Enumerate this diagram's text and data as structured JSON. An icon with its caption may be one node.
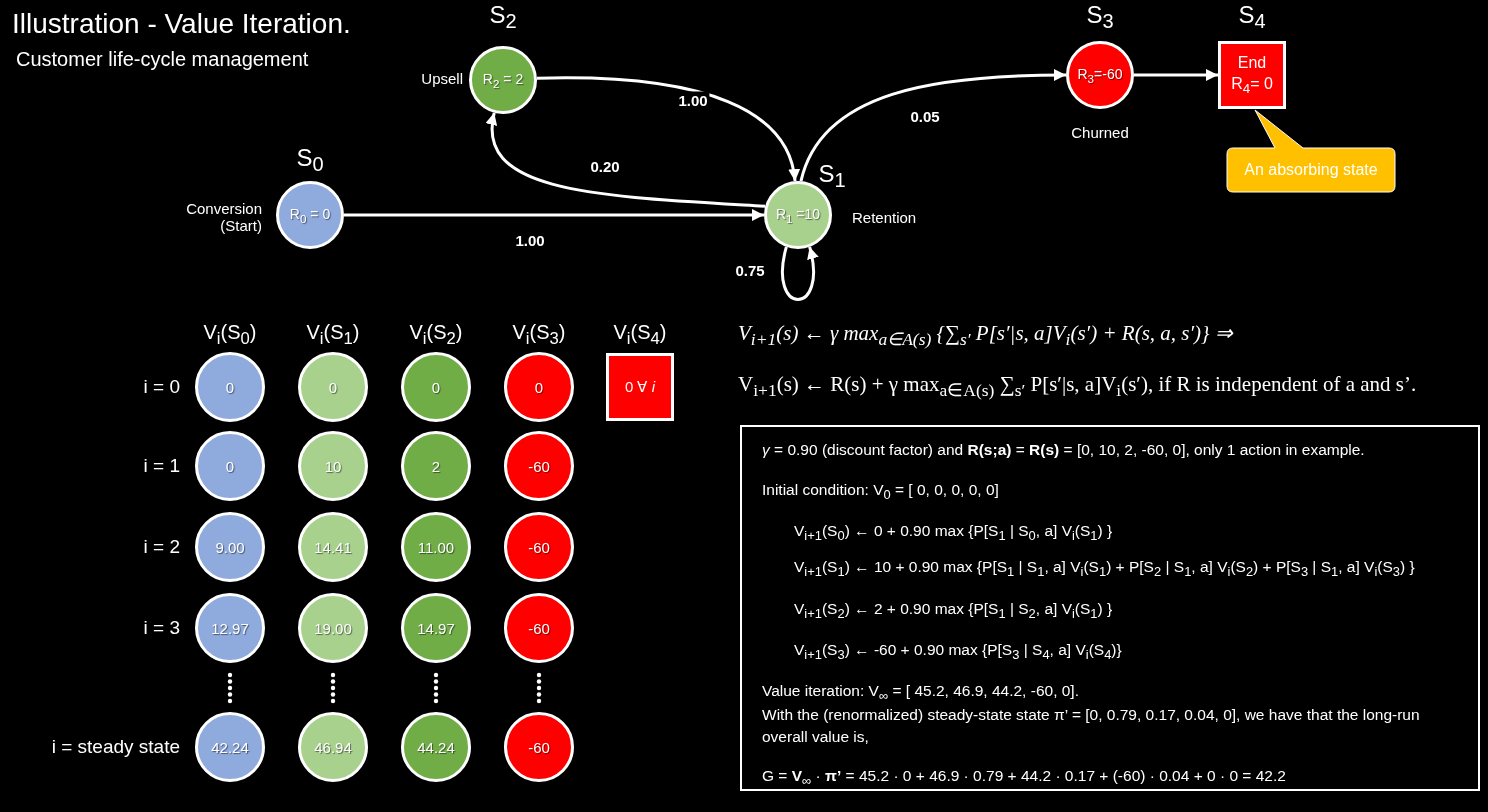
{
  "diagram": {
    "title": "Illustration - Value Iteration.",
    "nodes": [
      {
        "text": [
          "S$_{0}$",
          "R$_{0}$ = 0"
        ],
        "beside": [
          "Conversion (Start)"
        ]
      },
      {
        "text": [
          "S$_{2}$",
          "R$_{2}$ = 2"
        ],
        "beside": [
          "Upsell"
        ]
      },
      {
        "text": [
          "S$_{1}$",
          "R$_{1}$ =10"
        ],
        "beside": [
          "Retention"
        ]
      },
      {
        "text": [
          "S$_{3}$",
          "R$_{3}$=-60"
        ],
        "beside": [
          "Churned"
        ]
      },
      {
        "text": [
          "S$_{4}$",
          "End R$_{4}$= 0"
        ]
      },
      {
        "text": [
          "An absorbing state"
        ]
      },
      {
        "text": [
          "0"
        ]
      },
      {
        "text": [
          "0"
        ]
      },
      {
        "text": [
          "0"
        ]
      },
      {
        "text": [
          "0"
        ]
      },
      {
        "text": [
          "0 ∀ *i*"
        ]
      },
      {
        "text": [
          "0"
        ]
      },
      {
        "text": [
          "10"
        ]
      },
      {
        "text": [
          "2"
        ]
      },
      {
        "text": [
          "-60"
        ]
      },
      {
        "text": [
          "9.00"
        ]
      },
      {
        "text": [
          "14.41"
        ]
      },
      {
        "text": [
          "11.00"
        ]
      },
      {
        "text": [
          "-60"
        ]
      },
      {
        "text": [
          "12.97"
        ]
      },
      {
        "text": [
          "19.00"
        ]
      },
      {
        "text": [
          "14.97"
        ]
      },
      {
        "text": [
          "-60"
        ]
      },
      {
        "text": [
          "42.24"
        ]
      },
      {
        "text": [
          "46.94"
        ]
      },
      {
        "text": [
          "44.24"
        ]
      },
      {
        "text": [
          "-60"
        ]
      },
      {
        "text": [
          "*γ* = 0.90 (discount factor) and **R(s;a)** = **R(s)** = [0, 10, 2, -60, 0], only 1 action in example.",
          "Initial condition: V$_{0}$ = [ 0, 0, 0, 0, 0]",
          "V$_{i+1}$(S$_{0}$) ←   0 + 0.90 max {P[S$_{1}$ | S$_{0}$, a] V$_{i}$(S$_{1}$) }",
          "V$_{i+1}$(S$_{1}$) ← 10 + 0.90 max {P[S$_{1}$ | S$_{1}$, a] V$_{i}$(S$_{1}$) + P[S$_{2}$ | S$_{1}$, a] V$_{i}$(S$_{2}$) + P[S$_{3}$ | S$_{1}$, a] V$_{i}$(S$_{3}$) }",
          "V$_{i+1}$(S$_{2}$) ←   2 + 0.90 max {P[S$_{1}$ | S$_{2}$, a] V$_{i}$(S$_{1}$) }",
          "V$_{i+1}$(S$_{3}$) ← -60 + 0.90 max {P[S$_{3}$ | S$_{4}$, a] V$_{i}$(S$_{4}$)}",
          "Value iteration: V$_{∞}$ = [ 45.2, 46.9, 44.2, -60, 0].",
          "With the (renormalized) steady-state state π’ = [0, 0.79, 0.17, 0.04, 0], we have that the long-run overall value is,",
          "G = **V**$_{∞}$ · **π’** = 45.2 · 0 + 46.9 · 0.79 + 44.2 · 0.17 + (-60) · 0.04 + 0 · 0 = 42.2"
        ]
      }
    ],
    "edges": [
      {
        "from": 0,
        "to": 2,
        "arrow": "to",
        "label": "1.00"
      },
      {
        "from": 1,
        "to": 2,
        "arrow": "to",
        "label": "1.00"
      },
      {
        "from": 2,
        "to": 1,
        "arrow": "to",
        "label": "0.20"
      },
      {
        "from": 2,
        "to": 2,
        "arrow": "to",
        "label": "0.75"
      },
      {
        "from": 2,
        "to": 3,
        "arrow": "to",
        "label": "0.05"
      },
      {
        "from": 3,
        "to": 4,
        "arrow": "to"
      }
    ],
    "labels": [
      "Customer life-cycle management",
      "V$_{i}$(S$_{0}$)",
      "V$_{i}$(S$_{1}$)",
      "V$_{i}$(S$_{2}$)",
      "V$_{i}$(S$_{3}$)",
      "V$_{i}$(S$_{4}$)",
      "V$_{i+1}$(s) ← γ max$_{a∈A(s)}$ {∑$_{s′}$ P[s′|s, a]V$_{i}$(s′) + R(s, a, s′)} ⇒",
      "V$_{i+1}$(s) ← R(s) + γ max$_{a∈A(s)}$ ∑$_{s′}$ P[s′|s, a]V$_{i}$(s′), if R is independent of a and s’.",
      "i = 0",
      "i = 1",
      "i = 2",
      "i = 3",
      "i = steady state"
    ]
  }
}
